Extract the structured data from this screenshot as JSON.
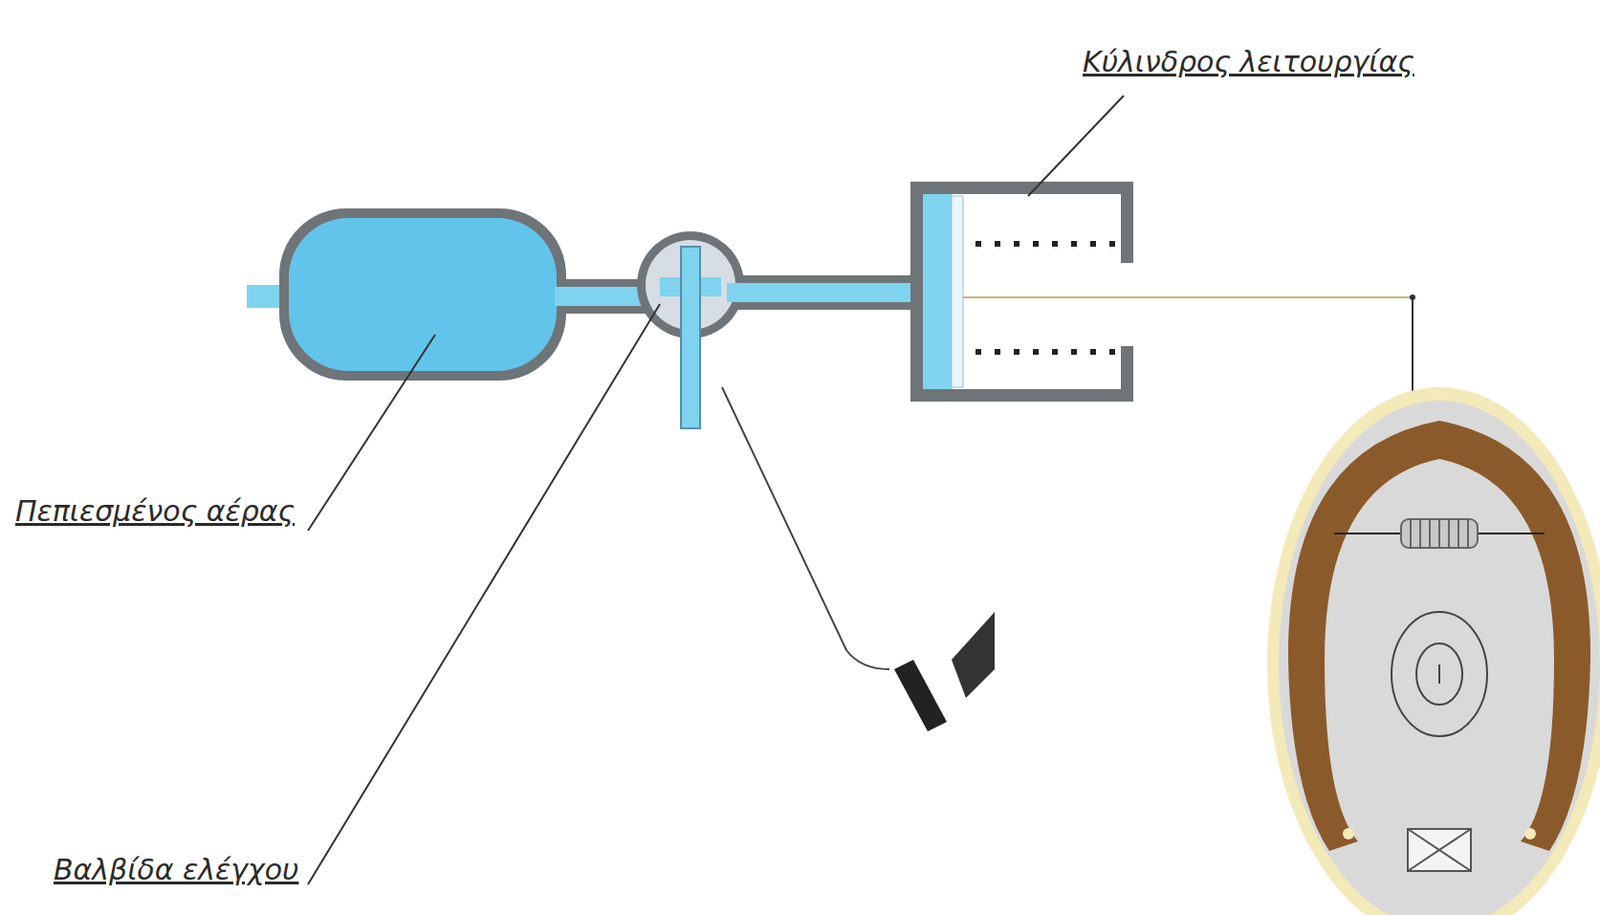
{
  "diagram": {
    "labels": [
      "Κύλινδρος λειτουργίας",
      "Πεπιεσμένος αέρας",
      "Βαλβίδα ελέγχου"
    ]
  }
}
